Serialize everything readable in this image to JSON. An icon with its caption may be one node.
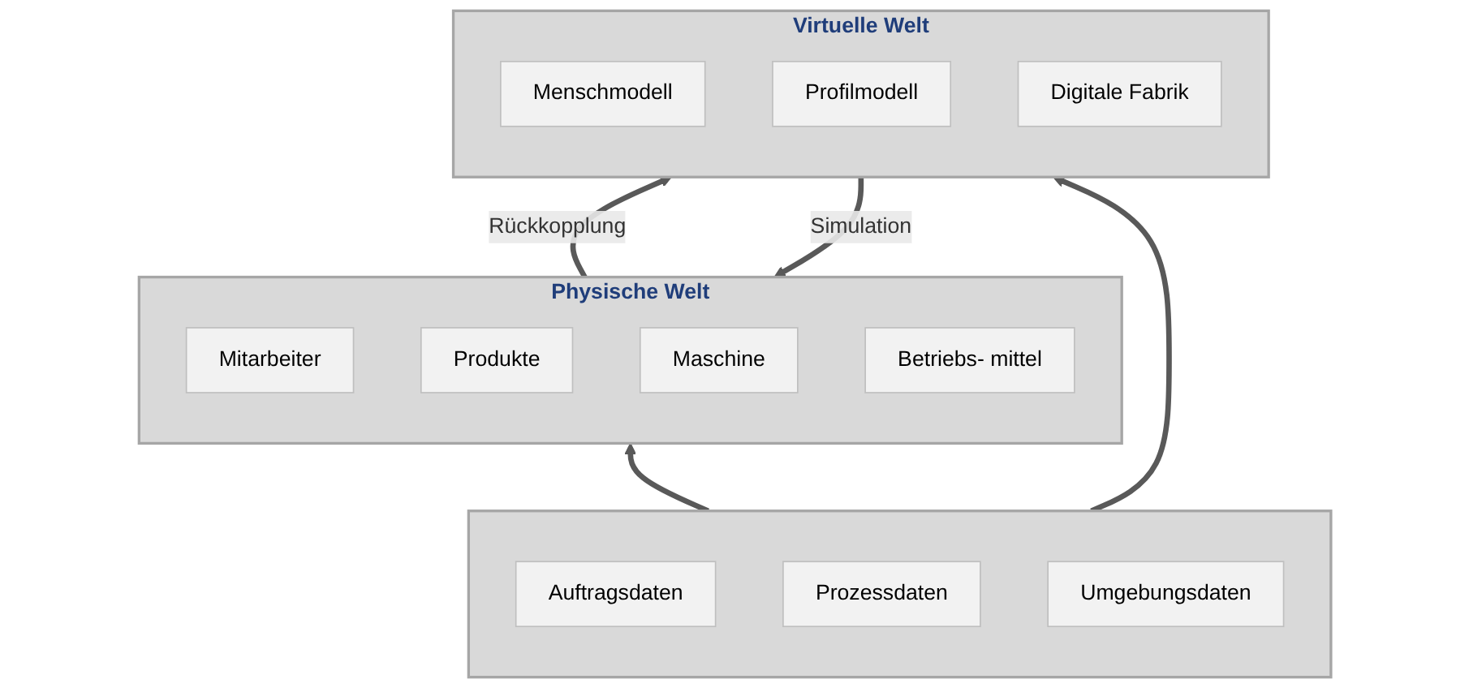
{
  "diagram": {
    "nodes": [
      {
        "text": [
          "Physische Welt"
        ]
      },
      {
        "text": [
          "Mitarbeiter"
        ],
        "in": 0
      },
      {
        "text": [
          "Produkte"
        ],
        "in": 0
      },
      {
        "text": [
          "Maschine"
        ],
        "in": 0
      },
      {
        "text": [
          "Betriebs- mittel"
        ],
        "in": 0
      },
      {
        "text": [
          "Virtuelle Welt"
        ]
      },
      {
        "text": [
          "Menschmodell"
        ],
        "in": 5
      },
      {
        "text": [
          "Profilmodell"
        ],
        "in": 5
      },
      {
        "text": [
          "Digitale Fabrik"
        ],
        "in": 5
      },
      {
        "text": [],
        "shape": "box"
      },
      {
        "text": [
          "Auftragsdaten"
        ],
        "in": 9
      },
      {
        "text": [
          "Prozessdaten"
        ],
        "in": 9
      },
      {
        "text": [
          "Umgebungsdaten"
        ],
        "in": 9
      }
    ],
    "edges": [
      {
        "from": 0,
        "to": 5,
        "arrow": "to",
        "label": "Rückkopplung"
      },
      {
        "from": 5,
        "to": 0,
        "arrow": "to",
        "label": "Simulation"
      },
      {
        "from": 9,
        "to": 0,
        "arrow": "to"
      },
      {
        "from": 9,
        "to": 5,
        "arrow": "to"
      }
    ]
  }
}
